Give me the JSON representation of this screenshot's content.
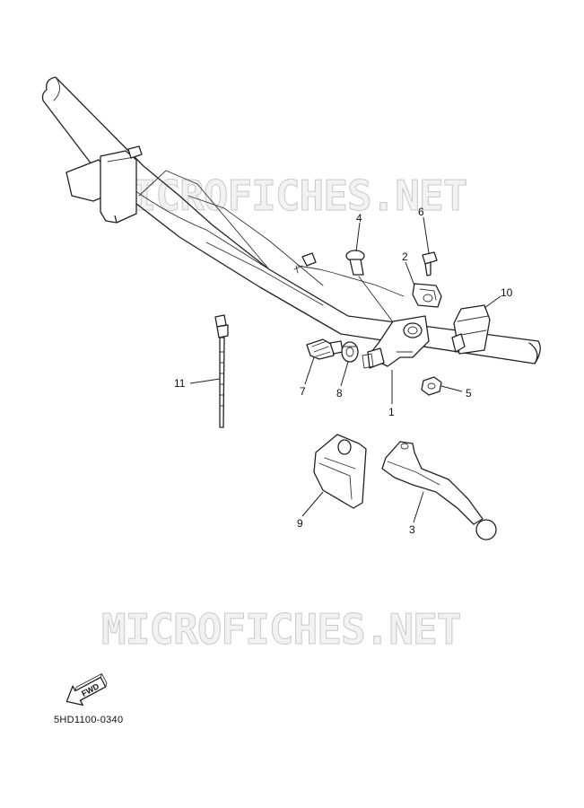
{
  "watermark_text": "MICROFICHES.NET",
  "diagram_code": "5HD1100-0340",
  "fwd_label": "FWD",
  "callouts": [
    {
      "id": "1",
      "label": "1"
    },
    {
      "id": "2",
      "label": "2"
    },
    {
      "id": "3",
      "label": "3"
    },
    {
      "id": "4",
      "label": "4"
    },
    {
      "id": "5",
      "label": "5"
    },
    {
      "id": "6",
      "label": "6"
    },
    {
      "id": "7",
      "label": "7"
    },
    {
      "id": "8",
      "label": "8"
    },
    {
      "id": "9",
      "label": "9"
    },
    {
      "id": "10",
      "label": "10"
    },
    {
      "id": "11",
      "label": "11"
    }
  ]
}
